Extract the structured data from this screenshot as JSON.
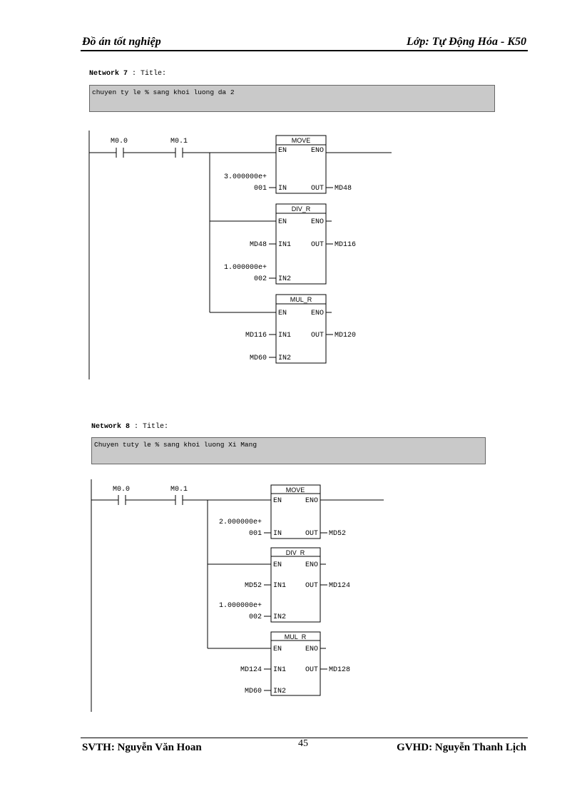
{
  "header": {
    "left": "Đồ án tốt nghiệp",
    "right": "Lớp: Tự Động Hóa - K50"
  },
  "networks": [
    {
      "label": "Network 7",
      "title": ": Title:",
      "comment": "chuyen ty le % sang khoi luong da 2",
      "contacts": [
        "M0.0",
        "M0.1"
      ],
      "move": {
        "name": "MOVE",
        "en": "EN",
        "eno": "ENO",
        "in_label": "IN",
        "out_label": "OUT",
        "in_value_1": "3.000000e+",
        "in_value_2": "001",
        "out_value": "MD48"
      },
      "div": {
        "name": "DIV_R",
        "en": "EN",
        "eno": "ENO",
        "in1_label": "IN1",
        "in2_label": "IN2",
        "out_label": "OUT",
        "in1_value": "MD48",
        "in2_value_1": "1.000000e+",
        "in2_value_2": "002",
        "out_value": "MD116"
      },
      "mul": {
        "name": "MUL_R",
        "en": "EN",
        "eno": "ENO",
        "in1_label": "IN1",
        "in2_label": "IN2",
        "out_label": "OUT",
        "in1_value": "MD116",
        "in2_value": "MD60",
        "out_value": "MD120"
      }
    },
    {
      "label": "Network 8",
      "title": ": Title:",
      "comment": "Chuyen tuty le % sang khoi luong Xi Mang",
      "contacts": [
        "M0.0",
        "M0.1"
      ],
      "move": {
        "name": "MOVE",
        "en": "EN",
        "eno": "ENO",
        "in_label": "IN",
        "out_label": "OUT",
        "in_value_1": "2.000000e+",
        "in_value_2": "001",
        "out_value": "MD52"
      },
      "div": {
        "name": "DIV_R",
        "en": "EN",
        "eno": "ENO",
        "in1_label": "IN1",
        "in2_label": "IN2",
        "out_label": "OUT",
        "in1_value": "MD52",
        "in2_value_1": "1.000000e+",
        "in2_value_2": "002",
        "out_value": "MD124"
      },
      "mul": {
        "name": "MUL_R",
        "en": "EN",
        "eno": "ENO",
        "in1_label": "IN1",
        "in2_label": "IN2",
        "out_label": "OUT",
        "in1_value": "MD124",
        "in2_value": "MD60",
        "out_value": "MD128"
      }
    }
  ],
  "footer": {
    "left": "SVTH:  Nguyễn Văn Hoan",
    "page": "45",
    "right": "GVHD:  Nguyễn Thanh  Lịch"
  }
}
